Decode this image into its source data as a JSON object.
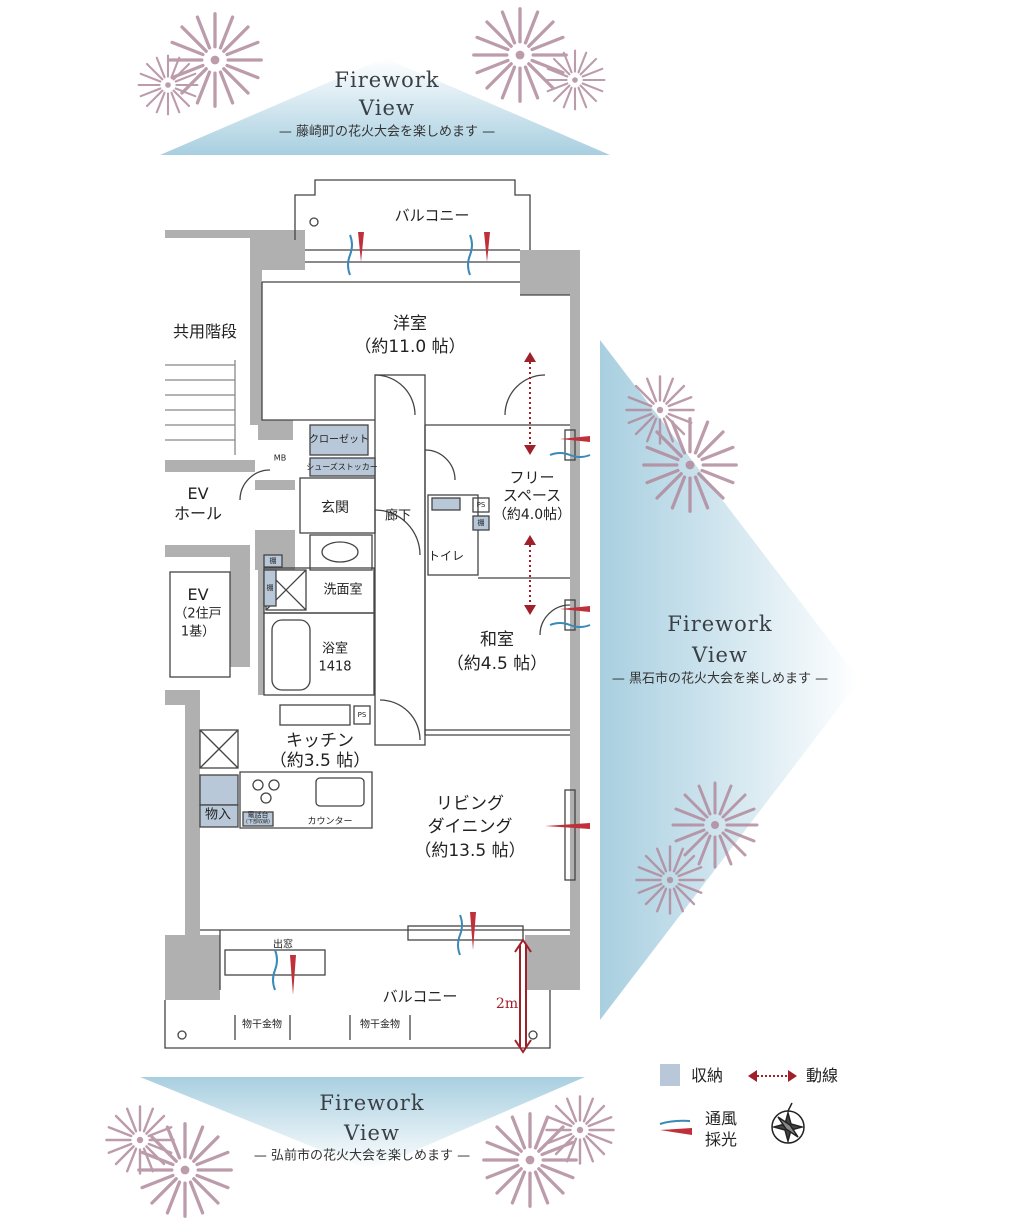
{
  "firework_views": [
    {
      "title_line1": "Firework",
      "title_line2": "View",
      "caption": "— 藤崎町の花火大会を楽しめます —"
    },
    {
      "title_line1": "Firework",
      "title_line2": "View",
      "caption": "— 黒石市の花火大会を楽しめます —"
    },
    {
      "title_line1": "Firework",
      "title_line2": "View",
      "caption": "— 弘前市の花火大会を楽しめます —"
    }
  ],
  "rooms": {
    "balcony_top": "バルコニー",
    "western_room": "洋室",
    "western_room_size": "（約11.0 帖）",
    "shared_stairs": "共用階段",
    "ev_hall_1": "EV",
    "ev_hall_2": "ホール",
    "ev": "EV",
    "ev_note_1": "（2住戸",
    "ev_note_2": "1基）",
    "closet": "クローゼット",
    "shoe_stocker": "シューズストッカー",
    "mb": "MB",
    "entrance": "玄関",
    "hallway": "廊下",
    "toilet": "トイレ",
    "free_space_1": "フリー",
    "free_space_2": "スペース",
    "free_space_size": "（約4.0帖）",
    "ps": "PS",
    "shelf": "棚",
    "washroom": "洗面室",
    "bathroom": "浴室",
    "bathroom_size": "1418",
    "japanese_room": "和室",
    "japanese_room_size": "（約4.5 帖）",
    "kitchen": "キッチン",
    "kitchen_size": "（約3.5 帖）",
    "storage": "物入",
    "phone_stand_1": "電話台",
    "phone_stand_2": "(下部収納)",
    "counter": "カウンター",
    "living_1": "リビング",
    "living_2": "ダイニング",
    "living_size": "（約13.5 帖）",
    "bay_window": "出窓",
    "balcony_bottom": "バルコニー",
    "laundry_1": "物干金物",
    "laundry_2": "物干金物",
    "depth": "2m"
  },
  "legend": {
    "storage": "収納",
    "flow": "動線",
    "ventilation": "通風",
    "lighting": "採光"
  },
  "colors": {
    "storage": "#b8c8d8",
    "wall": "#b0b0b0",
    "flow": "#a0202a",
    "wind": "#3a8ab8",
    "light": "#c0303a",
    "sky": "#a8cfe0",
    "firework": "#b08a9c"
  }
}
